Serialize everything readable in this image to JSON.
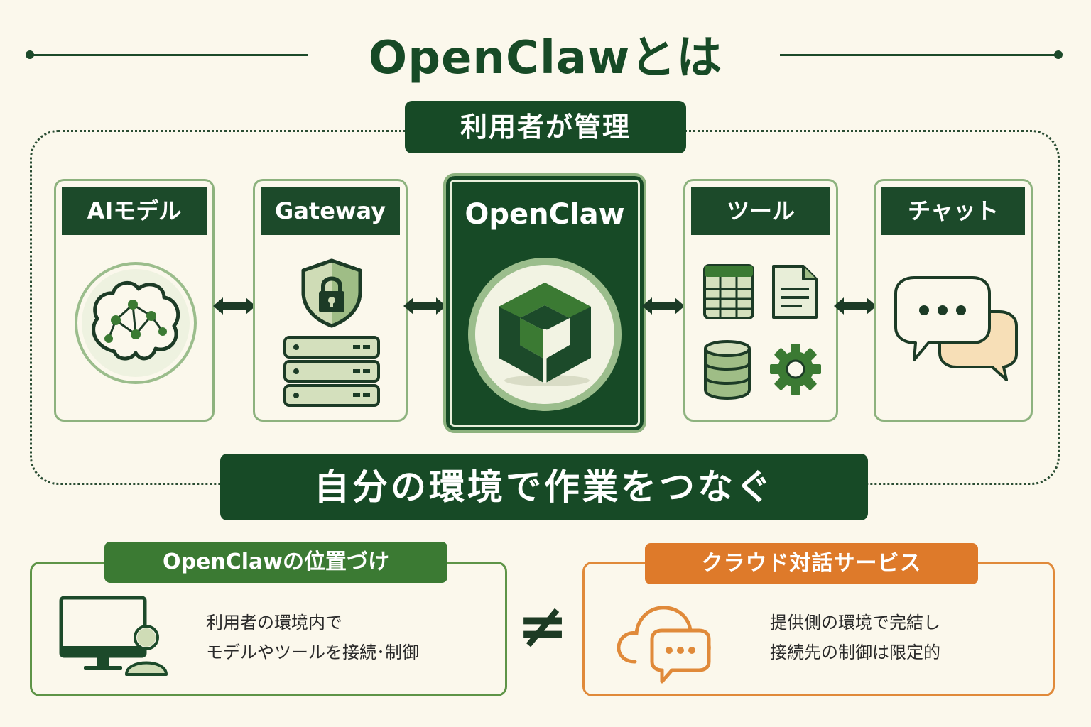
{
  "title": "OpenClawとは",
  "managed_label": "利用者が管理",
  "components": [
    {
      "label": "AIモデル",
      "icon": "brain-network-icon"
    },
    {
      "label": "Gateway",
      "icon": "shield-lock-server-icon"
    },
    {
      "label": "OpenClaw",
      "icon": "cube-icon"
    },
    {
      "label": "ツール",
      "icon": "tools-grid-icon"
    },
    {
      "label": "チャット",
      "icon": "chat-bubbles-icon"
    }
  ],
  "center_phrase": "自分の環境で作業をつなぐ",
  "positioning": {
    "label": "OpenClawの位置づけ",
    "lines": [
      "利用者の環境内で",
      "モデルやツールを接続･制御"
    ]
  },
  "not_equal": "≠",
  "cloud_service": {
    "label": "クラウド対話サービス",
    "lines": [
      "提供側の環境で完結し",
      "接続先の制御は限定的"
    ]
  },
  "colors": {
    "background": "#fbf8ec",
    "dark_green": "#174a26",
    "mid_green": "#3b7a33",
    "light_green": "#8db27e",
    "orange": "#de7a2a"
  }
}
